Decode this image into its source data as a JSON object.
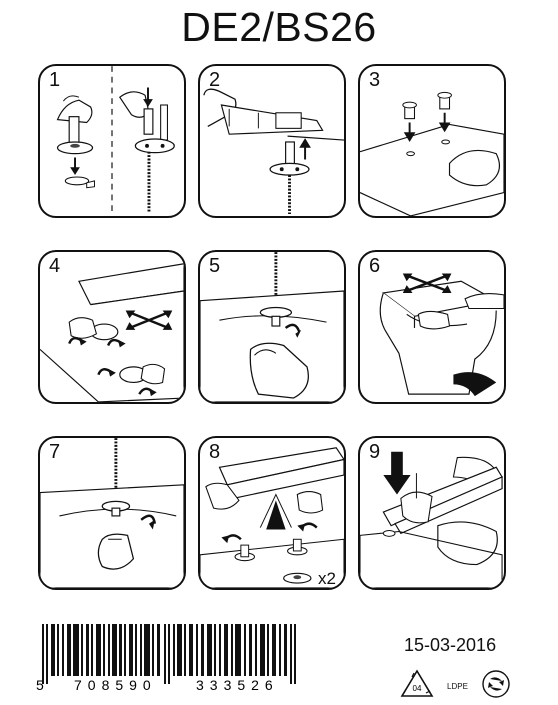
{
  "title": "DE2/BS26",
  "steps": [
    {
      "number": "1"
    },
    {
      "number": "2"
    },
    {
      "number": "3"
    },
    {
      "number": "4"
    },
    {
      "number": "5"
    },
    {
      "number": "6"
    },
    {
      "number": "7"
    },
    {
      "number": "8",
      "multiplier": "x2"
    },
    {
      "number": "9"
    }
  ],
  "barcode": {
    "digits": [
      "5",
      "708590",
      "333526"
    ]
  },
  "date": "15-03-2016",
  "recycling": {
    "code": "04",
    "material": "LDPE"
  },
  "icons": {
    "recycle": "recycling-triangle-icon",
    "green_dot": "green-dot-icon"
  }
}
